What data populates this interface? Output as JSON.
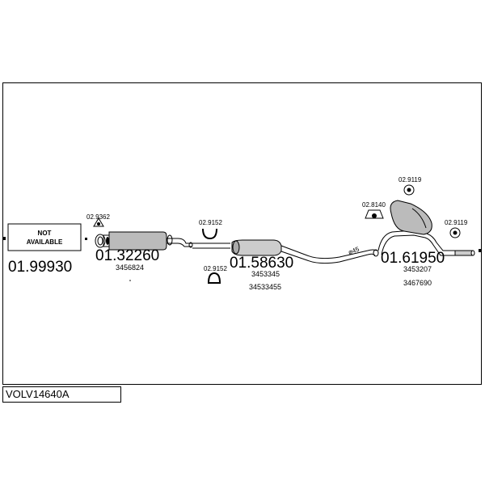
{
  "diagram": {
    "model_code": "VOLV14640A",
    "not_available_label": "NOT\nAVAILABLE",
    "parts": [
      {
        "number": "01.99930"
      },
      {
        "number": "01.32260",
        "oe": [
          "3456824"
        ]
      },
      {
        "number": "01.58630",
        "oe": [
          "3453345",
          "34533455"
        ]
      },
      {
        "number": "01.61950",
        "oe": [
          "3453207",
          "3467690"
        ]
      }
    ],
    "fittings": [
      "02.9362",
      "02.9152",
      "02.9152",
      "02.8140",
      "02.9119",
      "02.9119"
    ],
    "diameter_label": "ø45"
  }
}
